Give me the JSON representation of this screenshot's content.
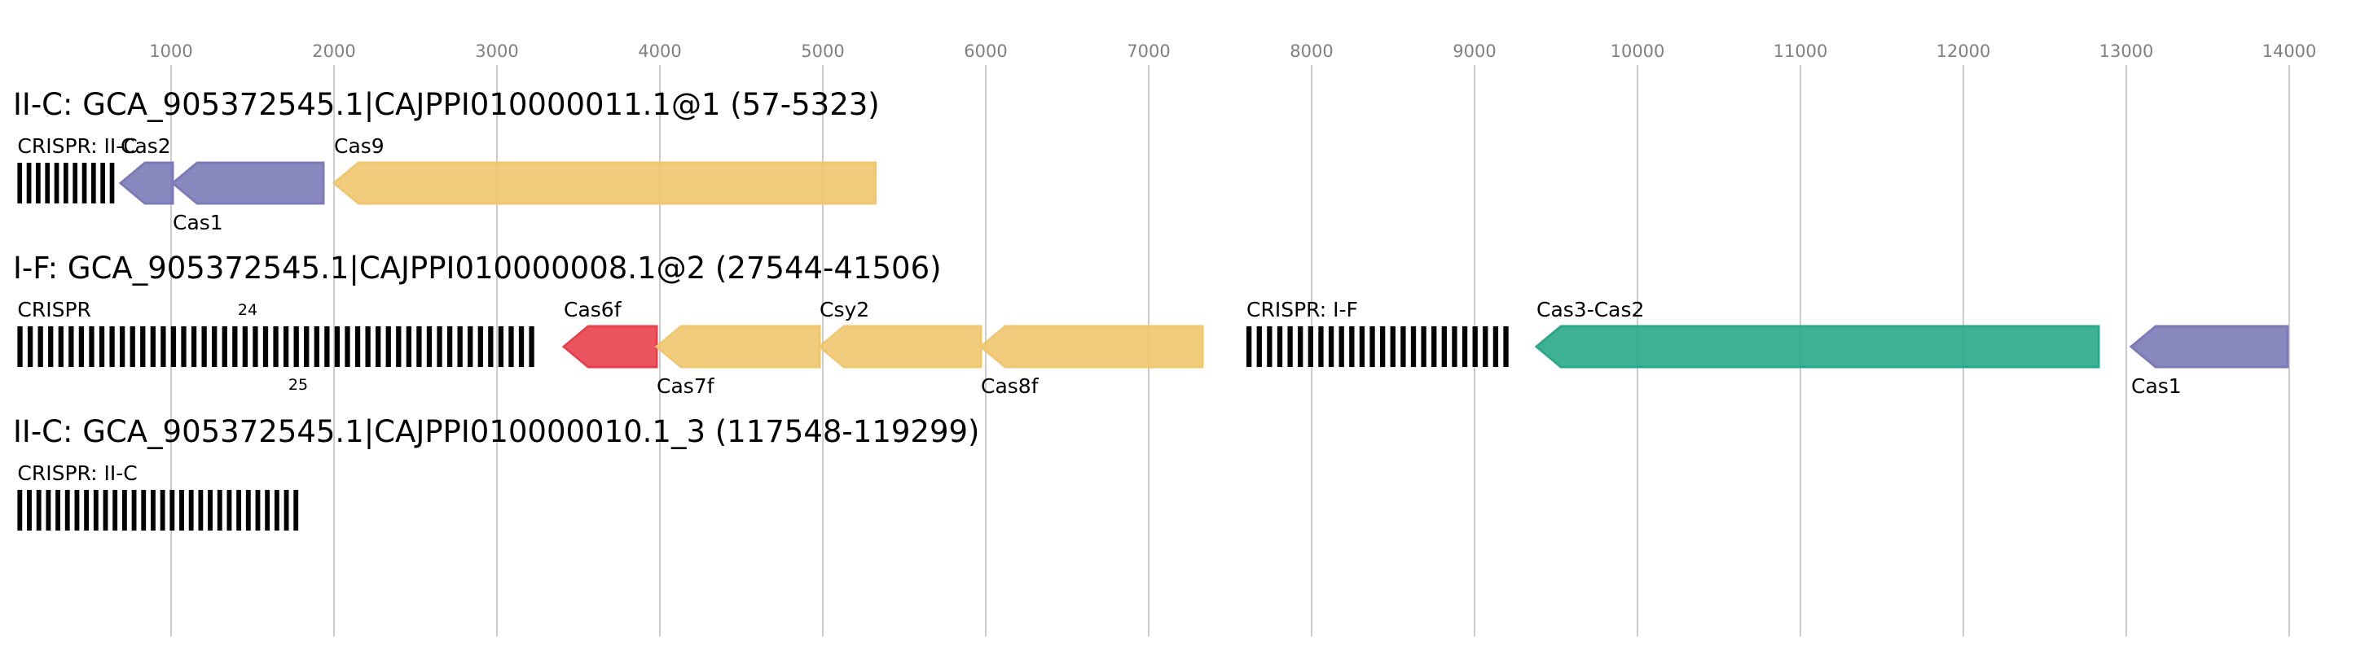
{
  "axis": {
    "ticks": [
      1000,
      2000,
      3000,
      4000,
      5000,
      6000,
      7000,
      8000,
      9000,
      10000,
      11000,
      12000,
      13000,
      14000
    ],
    "grid": true
  },
  "colors": {
    "Cas2": "#7b7bb8",
    "Cas1": "#7b7bb8",
    "Cas9": "#f0c66e",
    "Cas6f": "#e8414e",
    "Cas7f": "#f0c66e",
    "Csy2": "#f0c66e",
    "Cas8f": "#f0c66e",
    "Cas3-Cas2": "#2aa98a",
    "crispr": "#000000",
    "grid": "#cccccc"
  },
  "tracks": [
    {
      "title": "II-C: GCA_905372545.1|CAJPPI010000011.1@1 (57-5323)",
      "crisprs": [
        {
          "label": "CRISPR: II-C",
          "start": 57,
          "end": 680,
          "repeats": 11
        }
      ],
      "genes": [
        {
          "name": "Cas2",
          "start": 690,
          "end": 1010,
          "strand": "-",
          "label_pos": "above"
        },
        {
          "name": "Cas1",
          "start": 1010,
          "end": 1935,
          "strand": "-",
          "label_pos": "below"
        },
        {
          "name": "Cas9",
          "start": 2000,
          "end": 5323,
          "strand": "-",
          "label_pos": "above"
        }
      ],
      "numbers": []
    },
    {
      "title": "I-F: GCA_905372545.1|CAJPPI010000008.1@2 (27544-41506)",
      "crisprs": [
        {
          "label": "CRISPR",
          "start": 57,
          "end": 3260,
          "repeats": 51
        },
        {
          "label": "CRISPR: I-F",
          "start": 7600,
          "end": 9240,
          "repeats": 26
        }
      ],
      "genes": [
        {
          "name": "Cas6f",
          "start": 3410,
          "end": 3980,
          "strand": "-",
          "label_pos": "above"
        },
        {
          "name": "Cas7f",
          "start": 3980,
          "end": 4980,
          "strand": "-",
          "label_pos": "below"
        },
        {
          "name": "Csy2",
          "start": 4980,
          "end": 5970,
          "strand": "-",
          "label_pos": "above"
        },
        {
          "name": "Cas8f",
          "start": 5970,
          "end": 7330,
          "strand": "-",
          "label_pos": "below"
        },
        {
          "name": "Cas3-Cas2",
          "start": 9380,
          "end": 12830,
          "strand": "-",
          "label_pos": "above"
        },
        {
          "name": "Cas1",
          "start": 13030,
          "end": 13990,
          "strand": "-",
          "label_pos": "below"
        }
      ],
      "numbers": [
        {
          "text": "24",
          "pos": 1470,
          "where": "above"
        },
        {
          "text": "25",
          "pos": 1780,
          "where": "below"
        }
      ]
    },
    {
      "title": "II-C: GCA_905372545.1|CAJPPI010000010.1_3 (117548-119299)",
      "crisprs": [
        {
          "label": "CRISPR: II-C",
          "start": 57,
          "end": 1810,
          "repeats": 30
        }
      ],
      "genes": [],
      "numbers": []
    }
  ]
}
